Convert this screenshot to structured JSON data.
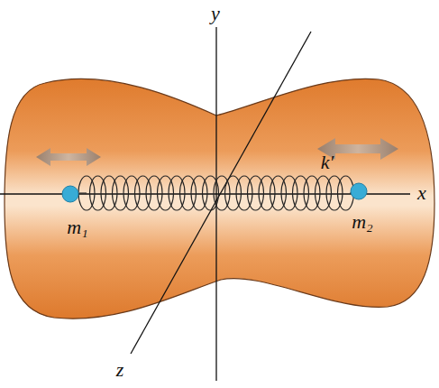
{
  "diagram": {
    "labels": [
      "y",
      "x",
      "z",
      "m₁",
      "m₂",
      "k′"
    ]
  }
}
